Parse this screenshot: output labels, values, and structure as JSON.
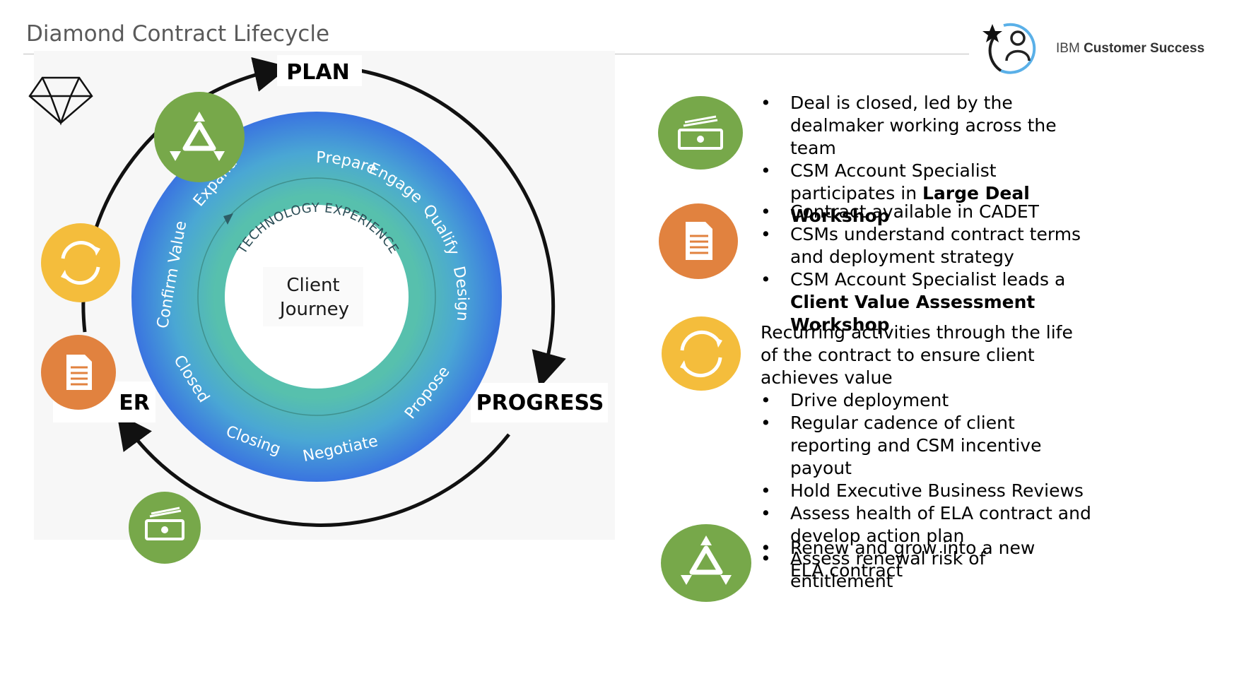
{
  "title": "Diamond Contract Lifecycle",
  "brand": {
    "prefix": "IBM",
    "name": "Customer Success"
  },
  "colors": {
    "green": "#77a84a",
    "orange": "#e1823f",
    "yellow": "#f4bd3c",
    "ring_blue": "#3b7ee0",
    "ring_teal": "#55b9b0"
  },
  "cycle": {
    "stages": {
      "plan": "PLAN",
      "progress": "PROGRESS",
      "renew_partial": "ER"
    },
    "center": [
      "Client",
      "Journey"
    ],
    "inner_label": "TECHNOLOGY EXPERIENCE",
    "ring_steps": [
      "Prepare",
      "Engage",
      "Qualify",
      "Design",
      "Propose",
      "Negotiate",
      "Closing",
      "Closed",
      "Confirm Value",
      "Expand"
    ]
  },
  "panels": [
    {
      "icon": "money-icon",
      "items": [
        [
          "Deal is closed, led by the dealmaker working across the team"
        ],
        [
          "CSM Account Specialist participates in ",
          "Large Deal Workshop"
        ]
      ]
    },
    {
      "icon": "document-icon",
      "items": [
        [
          "Contract available in CADET"
        ],
        [
          "CSMs understand contract terms and deployment strategy"
        ],
        [
          "CSM Account Specialist leads a ",
          "Client Value Assessment Workshop"
        ]
      ]
    },
    {
      "icon": "refresh-icon",
      "intro": "Recurring activities through the life of the contract to ensure client achieves value",
      "items": [
        [
          "Drive deployment"
        ],
        [
          "Regular cadence of client reporting and CSM incentive payout"
        ],
        [
          "Hold Executive Business Reviews"
        ],
        [
          "Assess health of ELA contract and develop action plan"
        ],
        [
          "Assess renewal risk of entitlement"
        ]
      ]
    },
    {
      "icon": "recycle-icon",
      "items": [
        [
          "Renew and grow into a new ELA contract"
        ]
      ]
    }
  ]
}
